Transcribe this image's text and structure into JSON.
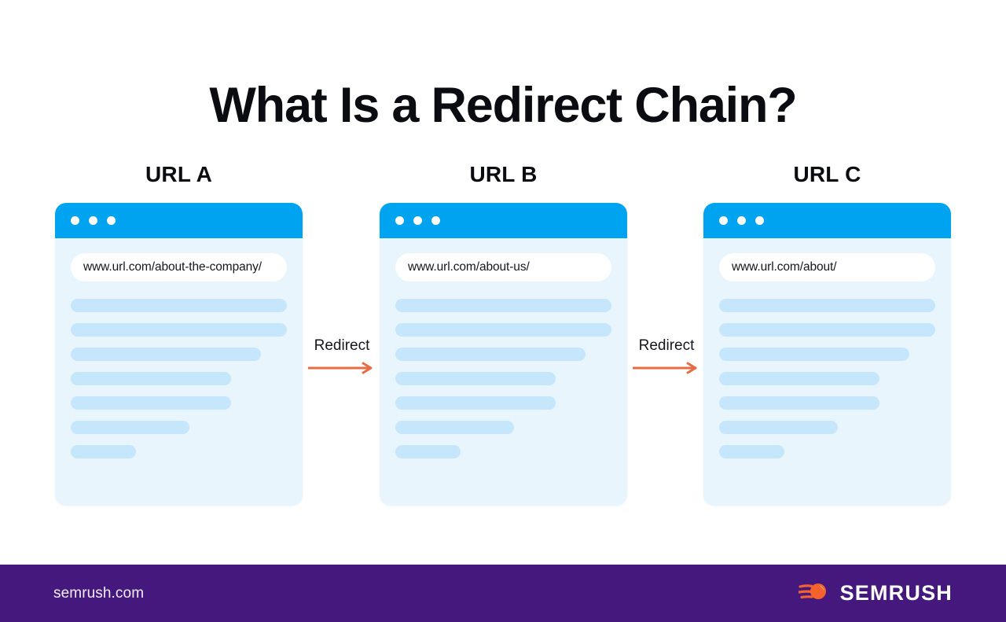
{
  "title": "What Is a Redirect Chain?",
  "diagram": {
    "cards": [
      {
        "label": "URL A",
        "url": "www.url.com/about-the-company/",
        "dots": 3,
        "line_widths": [
          "100%",
          "100%",
          "88%",
          "74%",
          "74%",
          "55%",
          "30%"
        ]
      },
      {
        "label": "URL B",
        "url": "www.url.com/about-us/",
        "dots": 3,
        "line_widths": [
          "100%",
          "100%",
          "88%",
          "74%",
          "74%",
          "55%",
          "30%"
        ]
      },
      {
        "label": "URL C",
        "url": "www.url.com/about/",
        "dots": 3,
        "line_widths": [
          "100%",
          "100%",
          "88%",
          "74%",
          "74%",
          "55%",
          "30%"
        ]
      }
    ],
    "connectors": [
      {
        "label": "Redirect",
        "icon": "arrow-right-icon"
      },
      {
        "label": "Redirect",
        "icon": "arrow-right-icon"
      }
    ]
  },
  "footer": {
    "site": "semrush.com",
    "brand": "SEMRUSH",
    "logo_icon": "semrush-comet-icon"
  },
  "colors": {
    "browser_bar_blue": "#00a3f0",
    "card_body_blue": "#e8f5fd",
    "line_blue": "#c5e6fb",
    "arrow_orange": "#e86c43",
    "footer_purple": "#45187e",
    "title_black": "#0b0b12",
    "logo_orange": "#f4622c"
  }
}
